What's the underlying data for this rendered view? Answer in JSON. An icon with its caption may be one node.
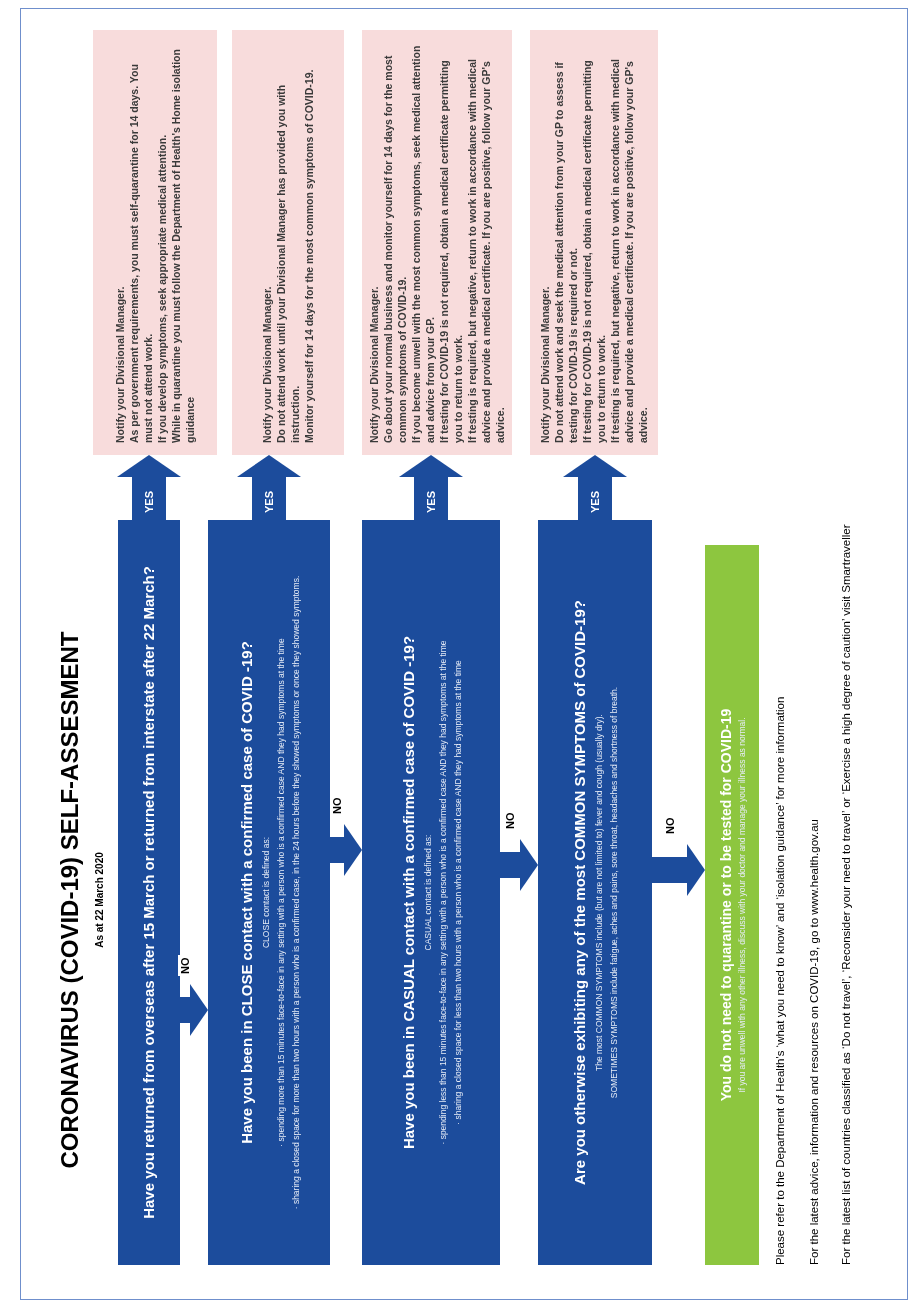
{
  "diagram": {
    "title": "CORONAVIRUS (COVID-19) SELF-ASSESMENT",
    "nodes": [
      {
        "text": [
          "Have you returned from overseas after 15 March or returned from interstate after 22 March?"
        ]
      },
      {
        "text": [
          "Notify your Divisional Manager.",
          "As per government requirements, you must self-quarantine for 14 days. You must not attend work.",
          "If you develop symptoms, seek appropriate medical attention.",
          "While in quarantine you must follow the Department of Health's Home isolation guidance"
        ]
      },
      {
        "text": [
          "Have you been in CLOSE contact with a confirmed case of COVID -19?",
          "CLOSE contact is defined as:",
          "· spending more than 15 minutes face-to-face in any setting with a person who is a confirmed case AND they had symptoms at the time",
          "· sharing a closed space for more than two hours with a person who is a confirmed case, in the 24 hours before they showed symptoms or once they showed symptoms."
        ]
      },
      {
        "text": [
          "Notify your Divisional Manager.",
          "Do not attend work until your Divisional Manager has provided you with instruction.",
          "Monitor yourself for 14 days for the most common symptoms of COVID-19."
        ]
      },
      {
        "text": [
          "Have you been in CASUAL contact with a confirmed case of COVID -19?",
          "CASUAL contact is defined as:",
          "· spending less than 15 minutes face-to-face in any setting with a person who is a confirmed case AND they had symptoms at the time",
          "· sharing a closed space for less than two hours with a person who is a confirmed case AND they had symptoms at the time"
        ]
      },
      {
        "text": [
          "Notify your Divisional Manager.",
          "Go about your normal business and monitor yourself for 14 days for the most common symptoms of COVID-19.",
          "If you become unwell with the most common symptoms, seek medical attention and advice from your GP.",
          "If testing for COVID-19 is not required, obtain a medical certificate permitting you to return to work.",
          "If testing is required, but negative, return to work in accordance with medical advice and provide a medical certificate. If you are positive, follow your GP's advice."
        ]
      },
      {
        "text": [
          "Are you otherwise exhibiting any of the most COMMON SYMPTOMS of COVID-19?",
          "The most COMMON SYMPTOMS include (but are not limited to) fever and cough (usually dry).",
          "SOMETIMES SYMPTOMS include fatigue, aches and pains, sore throat, headaches and shortness of breath."
        ]
      },
      {
        "text": [
          "Notify your Divisional Manager.",
          "Do not attend work and seek the medical attention from your GP to assess if testing for COVID-19 is required or not.",
          "If testing for COVID-19 is not required, obtain a medical certificate permitting you to return to work.",
          "If testing is required, but negative, return to work in accordance with medical advice and provide a medical certificate. If you are positive, follow your GP's advice."
        ]
      },
      {
        "text": [
          "You do not need to quarantine or to be tested for COVID-19",
          "If you are unwell with any other illness, discuss with your doctor and manage your illness as normal."
        ]
      }
    ],
    "edges": [
      {
        "from": 0,
        "to": 1,
        "arrow": "to",
        "label": "YES"
      },
      {
        "from": 0,
        "to": 2,
        "arrow": "to",
        "label": "NO"
      },
      {
        "from": 2,
        "to": 3,
        "arrow": "to",
        "label": "YES"
      },
      {
        "from": 2,
        "to": 4,
        "arrow": "to",
        "label": "NO"
      },
      {
        "from": 4,
        "to": 5,
        "arrow": "to",
        "label": "YES"
      },
      {
        "from": 4,
        "to": 6,
        "arrow": "to",
        "label": "NO"
      },
      {
        "from": 6,
        "to": 7,
        "arrow": "to",
        "label": "YES"
      },
      {
        "from": 6,
        "to": 8,
        "arrow": "to",
        "label": "NO"
      }
    ],
    "labels": [
      "As at 22 March 2020",
      "Please refer to the Department of Health's ‘what you need to know’ and ‘isolation guidance’ for more information",
      "For the latest advice, information and resources on COVID-19, go to www.health.gov.au",
      "For the latest list of countries classified as ‘Do not travel’, ‘Reconsider your need to travel’ or ‘Exercise a high degree of caution’ visit Smartraveller"
    ]
  }
}
